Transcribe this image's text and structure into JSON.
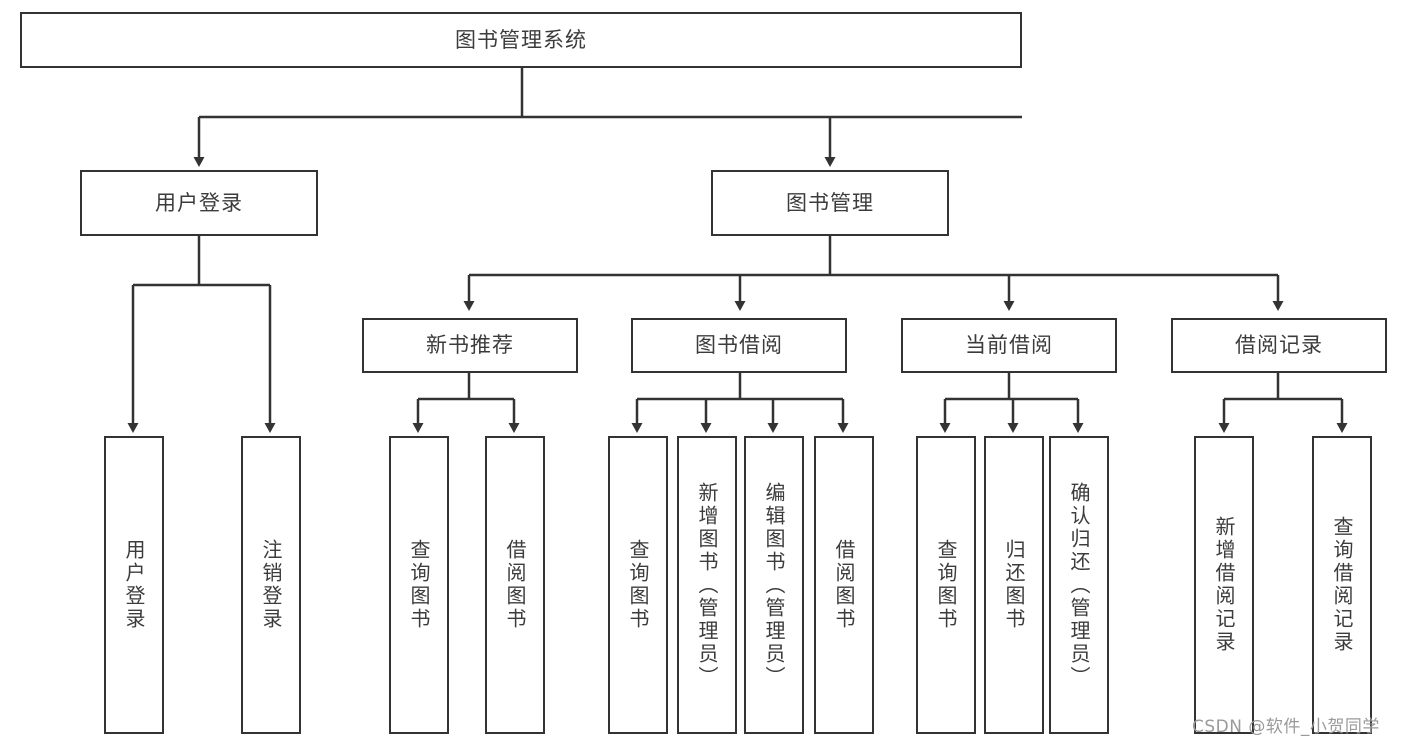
{
  "diagram": {
    "title": "图书管理系统",
    "root": {
      "id": "root",
      "label": "图书管理系统"
    },
    "level1": [
      {
        "id": "user-login",
        "label": "用户登录"
      },
      {
        "id": "book-manage",
        "label": "图书管理"
      }
    ],
    "level2": [
      {
        "id": "new-book-rec",
        "label": "新书推荐",
        "parent": "book-manage"
      },
      {
        "id": "book-borrow",
        "label": "图书借阅",
        "parent": "book-manage"
      },
      {
        "id": "current-borrow",
        "label": "当前借阅",
        "parent": "book-manage"
      },
      {
        "id": "borrow-record",
        "label": "借阅记录",
        "parent": "book-manage"
      }
    ],
    "leaves": [
      {
        "id": "leaf-user-login",
        "label": "用户登录",
        "parent": "user-login"
      },
      {
        "id": "leaf-logout-login",
        "label": "注销登录",
        "parent": "user-login"
      },
      {
        "id": "leaf-query-book-rec",
        "label": "查询图书",
        "parent": "new-book-rec"
      },
      {
        "id": "leaf-borrow-book-rec",
        "label": "借阅图书",
        "parent": "new-book-rec"
      },
      {
        "id": "leaf-query-book-borrow",
        "label": "查询图书",
        "parent": "book-borrow"
      },
      {
        "id": "leaf-add-book-admin",
        "label": "新增图书（管理员）",
        "parent": "book-borrow"
      },
      {
        "id": "leaf-edit-book-admin",
        "label": "编辑图书（管理员）",
        "parent": "book-borrow"
      },
      {
        "id": "leaf-borrow-book",
        "label": "借阅图书",
        "parent": "book-borrow"
      },
      {
        "id": "leaf-query-book-current",
        "label": "查询图书",
        "parent": "current-borrow"
      },
      {
        "id": "leaf-return-book",
        "label": "归还图书",
        "parent": "current-borrow"
      },
      {
        "id": "leaf-confirm-return-admin",
        "label": "确认归还（管理员）",
        "parent": "current-borrow"
      },
      {
        "id": "leaf-add-borrow-record",
        "label": "新增借阅记录",
        "parent": "borrow-record"
      },
      {
        "id": "leaf-query-borrow-record",
        "label": "查询借阅记录",
        "parent": "borrow-record"
      }
    ]
  },
  "watermark": {
    "text": "CSDN @软件_小贺同学"
  },
  "colors": {
    "stroke": "#333333",
    "text": "#3c3c3c",
    "background": "#ffffff",
    "watermark": "#9a9a9a"
  },
  "chart_data": {
    "type": "diagram",
    "subtype": "tree-hierarchy",
    "title": "图书管理系统",
    "orientation": "top-down",
    "nodes": [
      "图书管理系统",
      "用户登录",
      "图书管理",
      "新书推荐",
      "图书借阅",
      "当前借阅",
      "借阅记录",
      "用户登录",
      "注销登录",
      "查询图书",
      "借阅图书",
      "查询图书",
      "新增图书（管理员）",
      "编辑图书（管理员）",
      "借阅图书",
      "查询图书",
      "归还图书",
      "确认归还（管理员）",
      "新增借阅记录",
      "查询借阅记录"
    ],
    "edges": [
      [
        "图书管理系统",
        "用户登录"
      ],
      [
        "图书管理系统",
        "图书管理"
      ],
      [
        "用户登录",
        "用户登录"
      ],
      [
        "用户登录",
        "注销登录"
      ],
      [
        "图书管理",
        "新书推荐"
      ],
      [
        "图书管理",
        "图书借阅"
      ],
      [
        "图书管理",
        "当前借阅"
      ],
      [
        "图书管理",
        "借阅记录"
      ],
      [
        "新书推荐",
        "查询图书"
      ],
      [
        "新书推荐",
        "借阅图书"
      ],
      [
        "图书借阅",
        "查询图书"
      ],
      [
        "图书借阅",
        "新增图书（管理员）"
      ],
      [
        "图书借阅",
        "编辑图书（管理员）"
      ],
      [
        "图书借阅",
        "借阅图书"
      ],
      [
        "当前借阅",
        "查询图书"
      ],
      [
        "当前借阅",
        "归还图书"
      ],
      [
        "当前借阅",
        "确认归还（管理员）"
      ],
      [
        "借阅记录",
        "新增借阅记录"
      ],
      [
        "借阅记录",
        "查询借阅记录"
      ]
    ]
  }
}
